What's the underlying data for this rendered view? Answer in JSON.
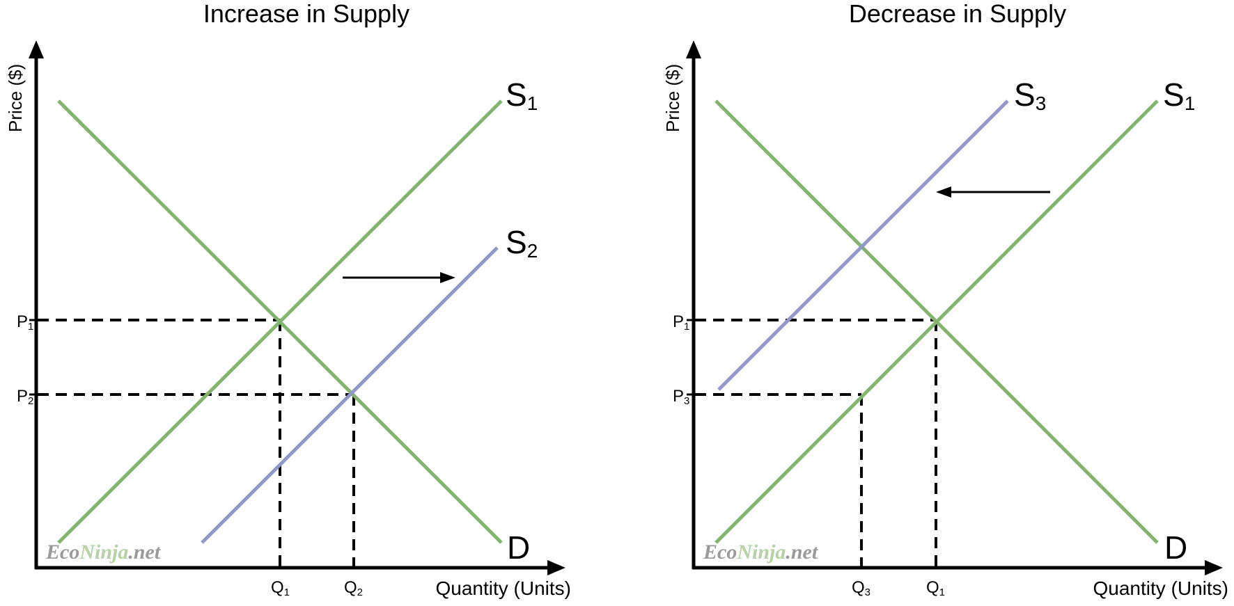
{
  "panels": [
    {
      "title": "Increase in Supply",
      "y_axis_label": "Price ($)",
      "x_axis_label": "Quantity (Units)",
      "price_labels": [
        {
          "main": "P",
          "sub": "1"
        },
        {
          "main": "P",
          "sub": "2"
        }
      ],
      "quantity_labels": [
        {
          "main": "Q",
          "sub": "1"
        },
        {
          "main": "Q",
          "sub": "2"
        }
      ],
      "curves": [
        {
          "label_main": "S",
          "label_sub": "1",
          "color": "#82b46d",
          "kind": "supply-original"
        },
        {
          "label_main": "S",
          "label_sub": "2",
          "color": "#8f98c8",
          "kind": "supply-shifted"
        },
        {
          "label_main": "D",
          "label_sub": "",
          "color": "#82b46d",
          "kind": "demand"
        }
      ],
      "shift_direction": "right",
      "watermark": {
        "part1": "Eco",
        "part2": "Ninja",
        "part3": ".net"
      }
    },
    {
      "title": "Decrease in Supply",
      "y_axis_label": "Price ($)",
      "x_axis_label": "Quantity (Units)",
      "price_labels": [
        {
          "main": "P",
          "sub": "1"
        },
        {
          "main": "P",
          "sub": "3"
        }
      ],
      "quantity_labels": [
        {
          "main": "Q",
          "sub": "3"
        },
        {
          "main": "Q",
          "sub": "1"
        }
      ],
      "curves": [
        {
          "label_main": "S",
          "label_sub": "3",
          "color": "#8f98c8",
          "kind": "supply-shifted"
        },
        {
          "label_main": "S",
          "label_sub": "1",
          "color": "#82b46d",
          "kind": "supply-original"
        },
        {
          "label_main": "D",
          "label_sub": "",
          "color": "#82b46d",
          "kind": "demand"
        }
      ],
      "shift_direction": "left",
      "watermark": {
        "part1": "Eco",
        "part2": "Ninja",
        "part3": ".net"
      }
    }
  ],
  "colors": {
    "green_curve": "#82b46d",
    "blue_curve": "#8f98c8",
    "axis": "#000000",
    "watermark_gray": "#9a9a9a",
    "watermark_green": "#b5d2a5"
  }
}
